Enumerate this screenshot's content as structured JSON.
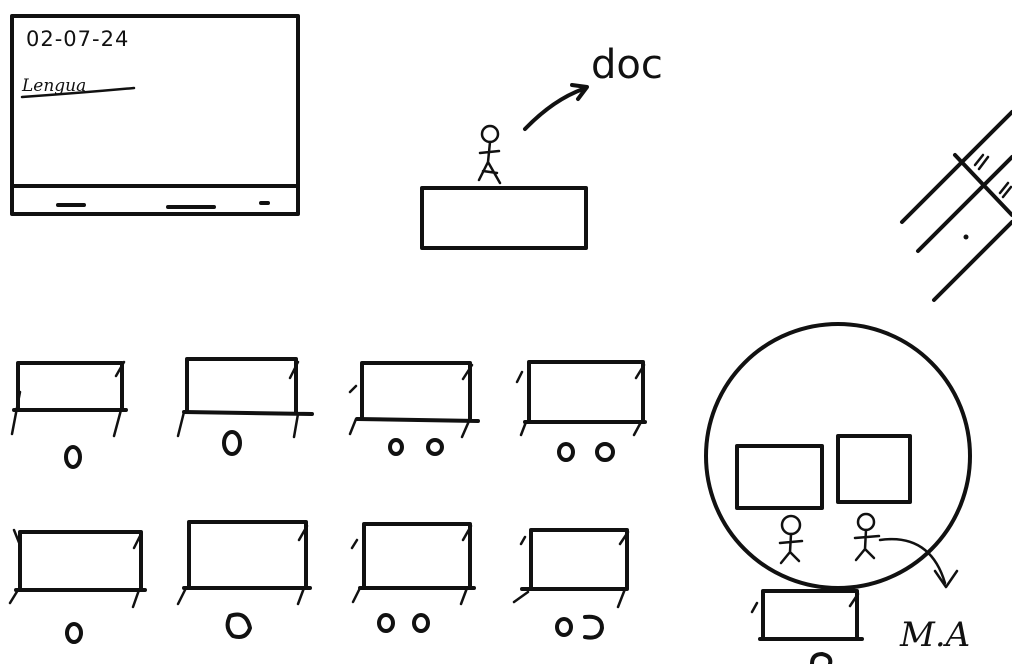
{
  "whiteboard": {
    "date": "02-07-24",
    "subject": "Lengua"
  },
  "teacher": {
    "label": "doc"
  },
  "assistant_group": {
    "label": "M.A"
  },
  "student_desks": {
    "rows": [
      {
        "desks": [
          {
            "students": 1
          },
          {
            "students": 1
          },
          {
            "students": 2
          },
          {
            "students": 2
          }
        ]
      },
      {
        "desks": [
          {
            "students": 1
          },
          {
            "students": 1
          },
          {
            "students": 2
          },
          {
            "students": 2
          }
        ]
      }
    ]
  },
  "colors": {
    "ink": "#111111",
    "paper": "#ffffff"
  }
}
